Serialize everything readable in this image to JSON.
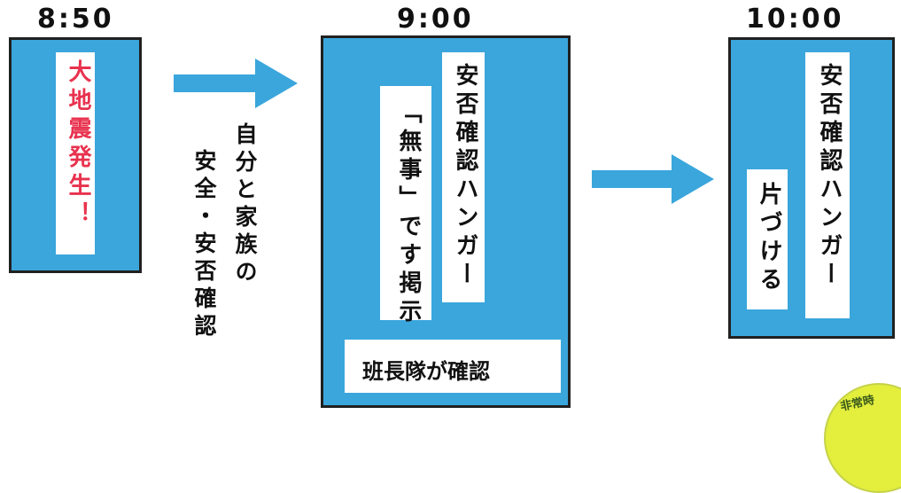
{
  "times": {
    "t1": "8:50",
    "t2": "9:00",
    "t3": "10:00"
  },
  "step1": {
    "card": "大地震発生！"
  },
  "between1": {
    "line1": "自分と家族の",
    "line2": "安全・安否確認"
  },
  "step2": {
    "hanger": "安否確認ハンガー",
    "notice": "「無事」です掲示",
    "footer": "班長隊が確認"
  },
  "step3": {
    "hanger": "安否確認ハンガー",
    "action": "片づける"
  },
  "seal": {
    "text": "非常時"
  },
  "colors": {
    "panel": "#3aa6dc",
    "arrow": "#3aa6dc",
    "alert": "#e8324f",
    "border": "#202020"
  }
}
